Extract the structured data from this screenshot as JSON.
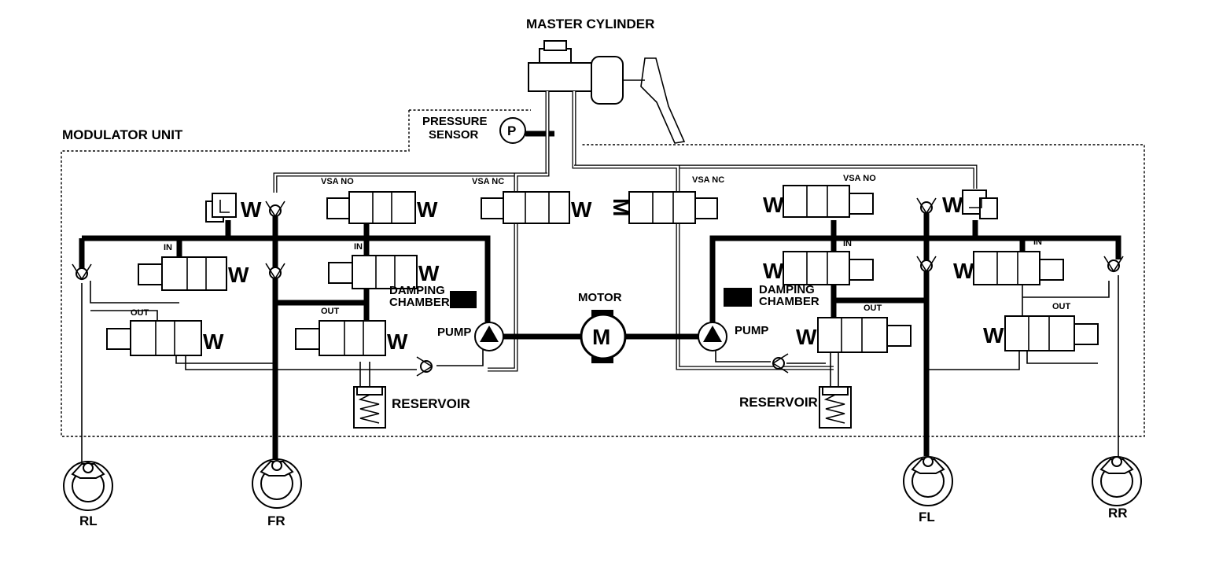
{
  "labels": {
    "master_cylinder": "MASTER CYLINDER",
    "modulator_unit": "MODULATOR UNIT",
    "pressure_sensor_l1": "PRESSURE",
    "pressure_sensor_l2": "SENSOR",
    "pressure_symbol": "P",
    "motor": "MOTOR",
    "motor_symbol": "M",
    "vsa_no_left": "VSA NO",
    "vsa_nc_left": "VSA NC",
    "vsa_nc_right": "VSA NC",
    "vsa_no_right": "VSA NO",
    "in_1": "IN",
    "in_2": "IN",
    "in_3": "IN",
    "in_4": "IN",
    "out_1": "OUT",
    "out_2": "OUT",
    "out_3": "OUT",
    "out_4": "OUT",
    "damping_left_l1": "DAMPING",
    "damping_left_l2": "CHAMBER",
    "damping_right_l1": "DAMPING",
    "damping_right_l2": "CHAMBER",
    "pump_left": "PUMP",
    "pump_right": "PUMP",
    "reservoir_left": "RESERVOIR",
    "reservoir_right": "RESERVOIR",
    "wheel_rl": "RL",
    "wheel_fr": "FR",
    "wheel_fl": "FL",
    "wheel_rr": "RR",
    "spring_glyph": "W",
    "spring_glyph_rev": "M"
  },
  "colors": {
    "line": "#000000",
    "background": "#ffffff"
  }
}
